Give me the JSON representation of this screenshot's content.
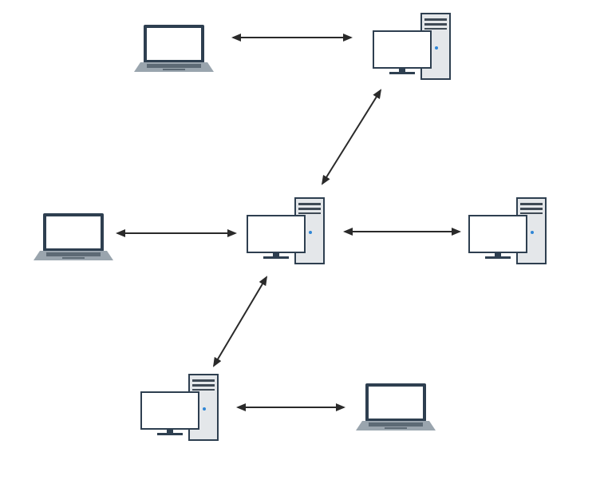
{
  "diagram": {
    "type": "network",
    "nodes": [
      {
        "id": "laptop-top",
        "kind": "laptop"
      },
      {
        "id": "desktop-top",
        "kind": "desktop"
      },
      {
        "id": "laptop-left",
        "kind": "laptop"
      },
      {
        "id": "desktop-center",
        "kind": "desktop"
      },
      {
        "id": "desktop-right",
        "kind": "desktop"
      },
      {
        "id": "desktop-bottom",
        "kind": "desktop"
      },
      {
        "id": "laptop-bottom",
        "kind": "laptop"
      }
    ],
    "links": [
      {
        "from": "laptop-top",
        "to": "desktop-top",
        "bidirectional": true
      },
      {
        "from": "desktop-top",
        "to": "desktop-center",
        "bidirectional": true
      },
      {
        "from": "laptop-left",
        "to": "desktop-center",
        "bidirectional": true
      },
      {
        "from": "desktop-center",
        "to": "desktop-right",
        "bidirectional": true
      },
      {
        "from": "desktop-center",
        "to": "desktop-bottom",
        "bidirectional": true
      },
      {
        "from": "desktop-bottom",
        "to": "laptop-bottom",
        "bidirectional": true
      }
    ]
  },
  "colors": {
    "background": "#ffffff",
    "laptop_frame": "#2e3f50",
    "laptop_screen": "#ffffff",
    "laptop_base": "#9aa5ae",
    "laptop_keys": "#5d6a75",
    "tower_body": "#e4e7ea",
    "tower_outline": "#2e3f50",
    "tower_bay": "#3f4a55",
    "tower_led": "#2f86d6",
    "monitor_outline": "#2e3f50",
    "arrow": "#2a2a2a"
  },
  "icons": {
    "laptop": "laptop-icon",
    "desktop": "desktop-computer-icon"
  }
}
